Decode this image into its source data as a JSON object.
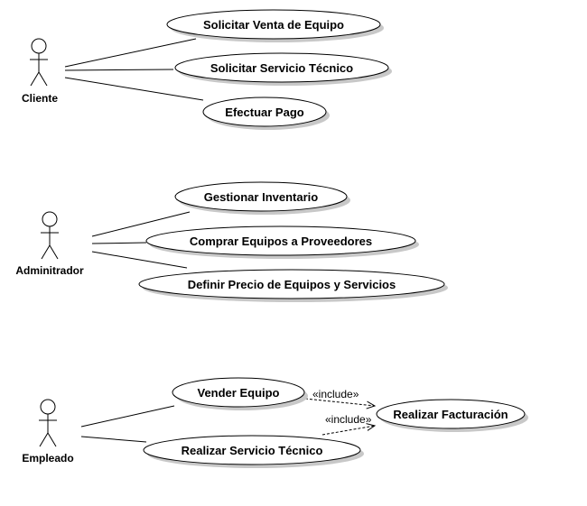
{
  "actors": {
    "cliente": "Cliente",
    "administrador": "Adminitrador",
    "empleado": "Empleado"
  },
  "use_cases": {
    "solicitar_venta": "Solicitar Venta de Equipo",
    "solicitar_servicio": "Solicitar Servicio Técnico",
    "efectuar_pago": "Efectuar Pago",
    "gestionar_inventario": "Gestionar Inventario",
    "comprar_equipos": "Comprar Equipos a Proveedores",
    "definir_precio": "Definir Precio de Equipos y Servicios",
    "vender_equipo": "Vender Equipo",
    "realizar_servicio": "Realizar Servicio Técnico",
    "realizar_facturacion": "Realizar Facturación"
  },
  "relations": {
    "include_1": "«include»",
    "include_2": "«include»"
  }
}
